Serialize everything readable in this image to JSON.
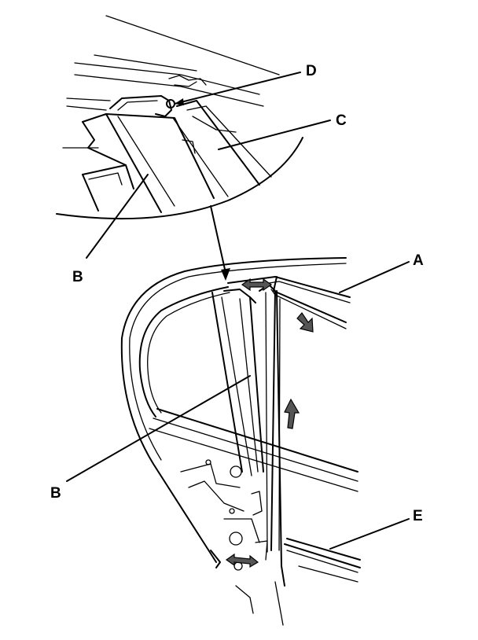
{
  "labels": {
    "a": "A",
    "b_top": "B",
    "b_bottom": "B",
    "c": "C",
    "d": "D",
    "e": "E"
  },
  "colors": {
    "line": "#000000",
    "background": "#ffffff",
    "arrow_fill": "#555555"
  }
}
